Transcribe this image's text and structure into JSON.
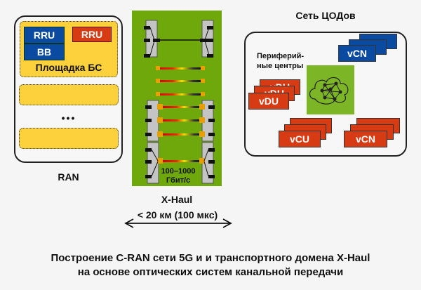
{
  "ran": {
    "title": "RAN",
    "site_label": "Площадка БС",
    "rru_blue": "RRU",
    "bb": "BB",
    "rru_red": "RRU",
    "ellipsis": "•••"
  },
  "xhaul": {
    "title": "X-Haul",
    "rate_line1": "100–1000",
    "rate_line2": "Гбит/с",
    "distance": "< 20 км (100 мкс)"
  },
  "dc": {
    "title": "Сеть ЦОДов",
    "edge_label_line1": "Периферий-",
    "edge_label_line2": "ные центры",
    "vdu": "vDU",
    "vcu": "vCU",
    "vcn_top": "vCN",
    "vcn_bottom": "vCN"
  },
  "caption": {
    "line1": "Построение C-RAN сети 5G и и транспортного домена X-Haul",
    "line2": "на основе оптических систем канальной передачи"
  },
  "colors": {
    "site_yellow": "#fdd13c",
    "blue": "#0a4aa0",
    "red": "#d63b13",
    "green": "#6fa80b"
  }
}
